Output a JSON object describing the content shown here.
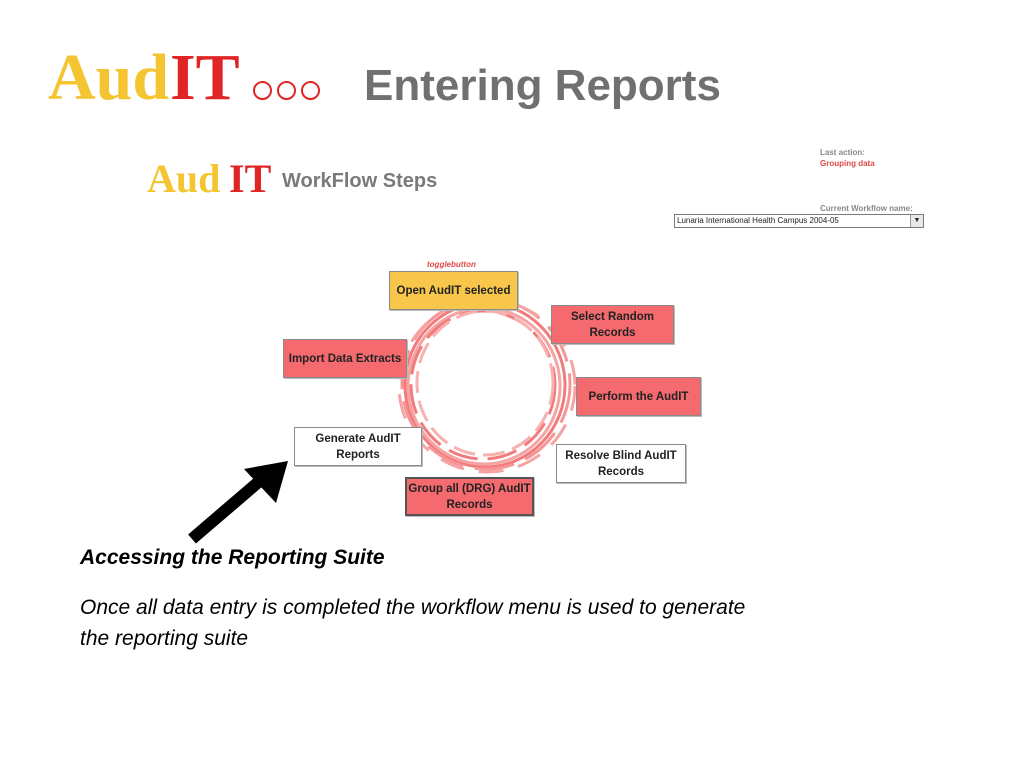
{
  "slide": {
    "logo_aud": "Aud",
    "logo_it": "IT",
    "title": "Entering Reports"
  },
  "workflow_header": {
    "logo_aud": "Aud",
    "logo_it": "IT",
    "label": "WorkFlow Steps",
    "last_action_label": "Last action:",
    "last_action_value": "Grouping data",
    "current_workflow_label": "Current Workflow name:",
    "current_workflow_value": "Lunaria International Health Campus 2004-05"
  },
  "workflow_steps": {
    "toggle_label": "togglebutton",
    "open": "Open AudIT selected",
    "select_random": "Select Random Records",
    "perform": "Perform the AudIT",
    "resolve_blind": "Resolve Blind AudIT Records",
    "group_all": "Group all (DRG) AudIT Records",
    "generate_reports": "Generate AudIT Reports",
    "import_data": "Import Data Extracts"
  },
  "caption": {
    "title": "Accessing the Reporting Suite",
    "body": "Once all data entry is completed the workflow menu is used to generate the reporting suite"
  },
  "colors": {
    "logo_yellow": "#f4c531",
    "logo_red": "#e02525",
    "step_red": "#f46a6e",
    "step_yellow": "#f8c64a"
  }
}
